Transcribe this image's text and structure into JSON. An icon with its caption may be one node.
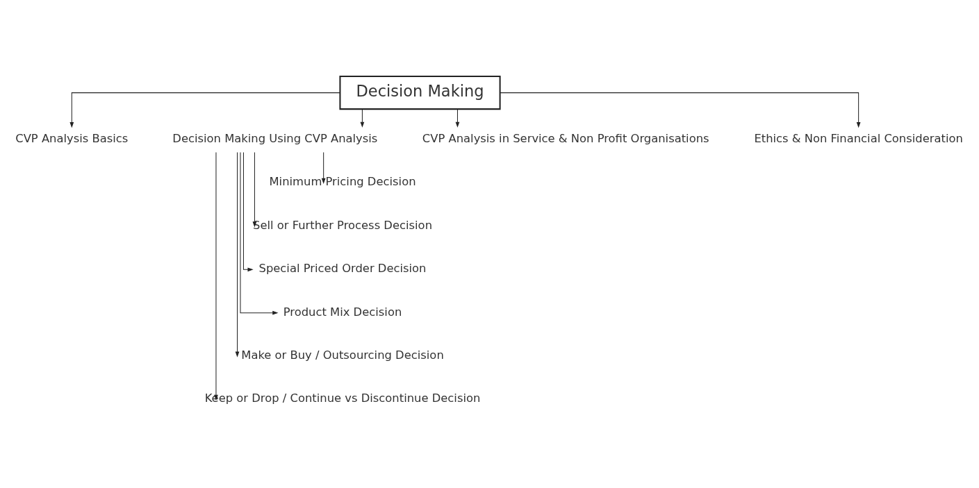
{
  "diagram": {
    "nodes": [
      {
        "text": [
          "Decision Making"
        ]
      },
      {
        "text": [
          "CVP Analysis Basics"
        ]
      },
      {
        "text": [
          "Decision Making Using CVP Analysis"
        ]
      },
      {
        "text": [
          "CVP Analysis in Service & Non Profit Organisations"
        ]
      },
      {
        "text": [
          "Ethics & Non Financial Consideration"
        ]
      },
      {
        "text": [
          "Minimum Pricing Decision"
        ]
      },
      {
        "text": [
          "Sell or Further Process Decision"
        ]
      },
      {
        "text": [
          "Special Priced Order Decision"
        ]
      },
      {
        "text": [
          "Product Mix Decision"
        ]
      },
      {
        "text": [
          "Make or Buy / Outsourcing Decision"
        ]
      },
      {
        "text": [
          "Keep or Drop / Continue vs Discontinue Decision"
        ]
      }
    ],
    "edges": [
      {
        "from": 0,
        "to": 1,
        "arrow": "to"
      },
      {
        "from": 0,
        "to": 2,
        "arrow": "to"
      },
      {
        "from": 0,
        "to": 3,
        "arrow": "to"
      },
      {
        "from": 0,
        "to": 4,
        "arrow": "to"
      },
      {
        "from": 2,
        "to": 5,
        "arrow": "to"
      },
      {
        "from": 2,
        "to": 6,
        "arrow": "to"
      },
      {
        "from": 2,
        "to": 7,
        "arrow": "to"
      },
      {
        "from": 2,
        "to": 8,
        "arrow": "to"
      },
      {
        "from": 2,
        "to": 9,
        "arrow": "to"
      },
      {
        "from": 2,
        "to": 10,
        "arrow": "to"
      }
    ]
  }
}
